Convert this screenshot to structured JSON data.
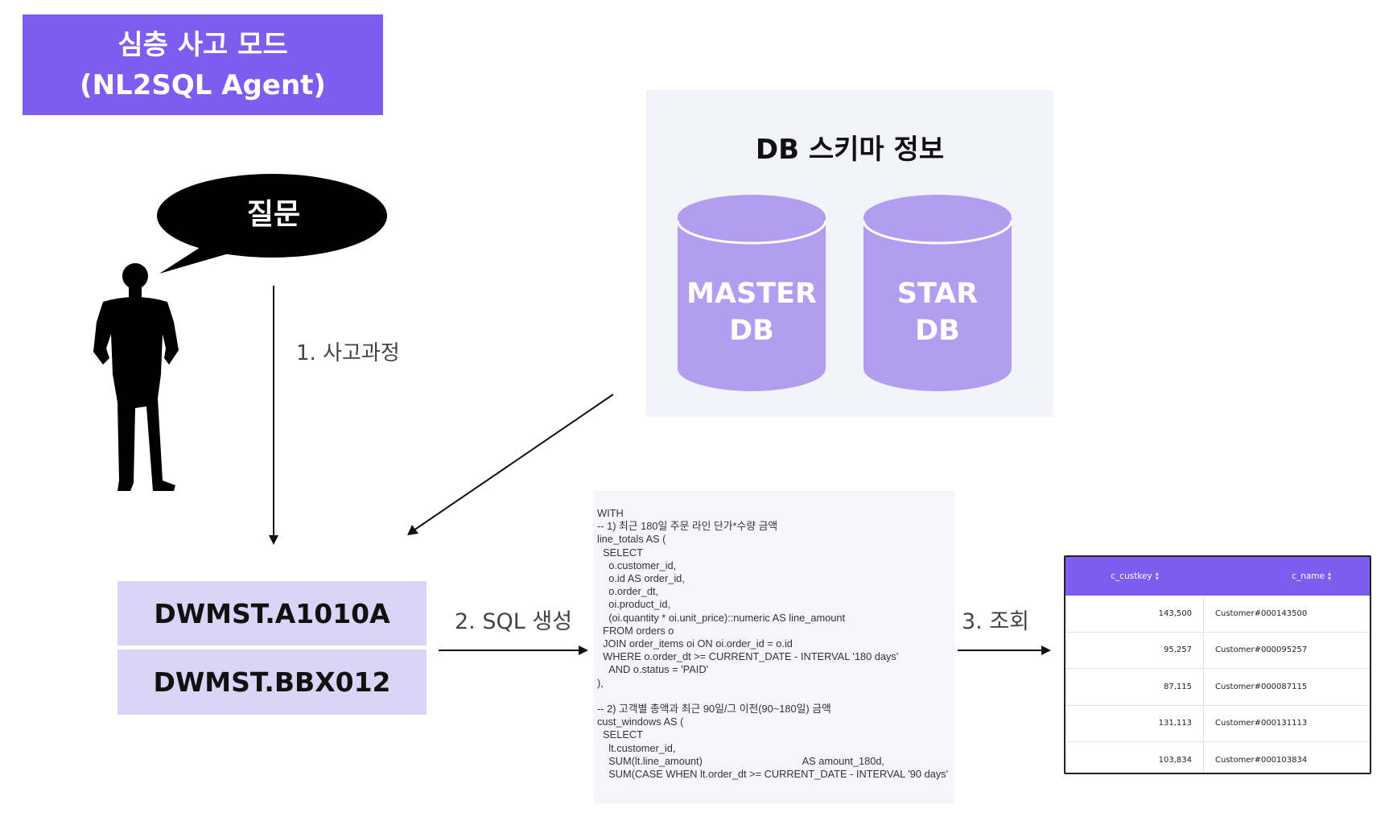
{
  "title": {
    "line1": "심층 사고 모드",
    "line2": "(NL2SQL Agent)"
  },
  "question_bubble": "질문",
  "steps": {
    "step1": "1. 사고과정",
    "step2": "2. SQL 생성",
    "step3": "3. 조회"
  },
  "schema": {
    "title": "DB 스키마 정보",
    "databases": [
      {
        "line1": "MASTER",
        "line2": "DB"
      },
      {
        "line1": "STAR",
        "line2": "DB"
      }
    ]
  },
  "tables": [
    "DWMST.A1010A",
    "DWMST.BBX012"
  ],
  "sql": [
    "WITH",
    "-- 1) 최근 180일 주문 라인 단가*수량 금액",
    "line_totals AS (",
    "  SELECT",
    "    o.customer_id,",
    "    o.id AS order_id,",
    "    o.order_dt,",
    "    oi.product_id,",
    "    (oi.quantity * oi.unit_price)::numeric AS line_amount",
    "  FROM orders o",
    "  JOIN order_items oi ON oi.order_id = o.id",
    "  WHERE o.order_dt >= CURRENT_DATE - INTERVAL '180 days'",
    "    AND o.status = 'PAID'",
    "),",
    "",
    "-- 2) 고객별 총액과 최근 90일/그 이전(90~180일) 금액",
    "cust_windows AS (",
    "  SELECT",
    "    lt.customer_id,",
    "    SUM(lt.line_amount)                                   AS amount_180d,",
    "    SUM(CASE WHEN lt.order_dt >= CURRENT_DATE - INTERVAL '90 days'"
  ],
  "result": {
    "headers": [
      "c_custkey",
      "c_name"
    ],
    "rows": [
      [
        "143,500",
        "Customer#000143500"
      ],
      [
        "95,257",
        "Customer#000095257"
      ],
      [
        "87,115",
        "Customer#000087115"
      ],
      [
        "131,113",
        "Customer#000131113"
      ],
      [
        "103,834",
        "Customer#000103834"
      ]
    ]
  },
  "colors": {
    "accent": "#7e5cf0",
    "db_fill": "#b29df0",
    "table_bg": "#dad4f6"
  },
  "icons": [
    "person-silhouette-icon",
    "speech-bubble-icon",
    "database-cylinder-icon",
    "sort-icon",
    "arrow-icon"
  ]
}
